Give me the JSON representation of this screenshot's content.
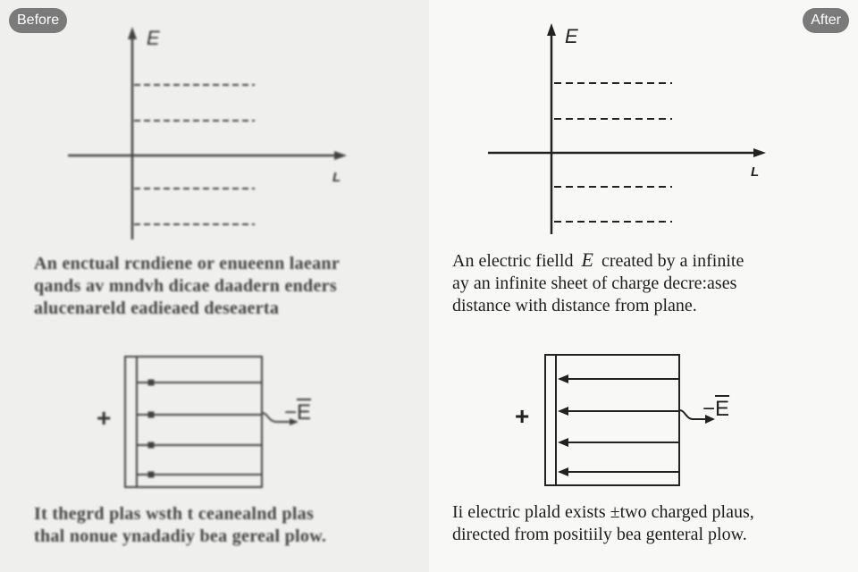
{
  "badges": {
    "before": "Before",
    "after": "After"
  },
  "before": {
    "field_axis_label": "E",
    "distance_axis_label": "L",
    "paragraph1": [
      "An enctual rcndiene or enueenn laeanr",
      "qands av mndvh dicae daadern enders",
      "alucenareld eadieaed deseaerta"
    ],
    "paragraph2": [
      "It thegrd plas wsth t ceanealnd plas",
      "thal nonue ynadadiy bea gereal plow."
    ],
    "plus_sign": "+",
    "field_symbol": "E"
  },
  "after": {
    "field_axis_label": "E",
    "distance_axis_label": "L",
    "paragraph1": {
      "line1_before": "An electric fielld",
      "line1_symbol": "E",
      "line1_after": "created by a infinite",
      "line2": "ay an infinite sheet of charge decre:ases",
      "line3": "distance with distance from plane."
    },
    "paragraph2": [
      "Ii electric plald exists ±two charged plaus,",
      "directed from positiily bea genteral plow."
    ],
    "plus_sign": "+",
    "field_symbol": "E"
  },
  "colors": {
    "badge_bg": "#7a7a7a",
    "ink": "#1d1d1d",
    "before_bg": "#efefed",
    "after_bg": "#f8f8f7"
  }
}
